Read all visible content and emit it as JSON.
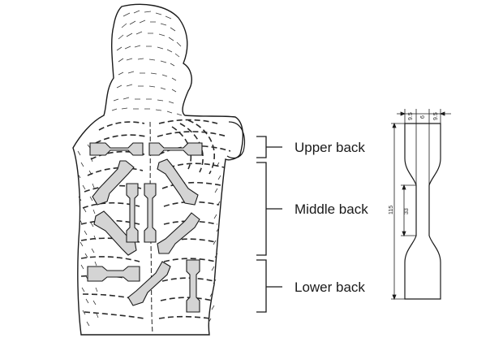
{
  "diagram": {
    "region_labels": {
      "upper": "Upper back",
      "middle": "Middle back",
      "lower": "Lower back"
    },
    "specimen_dimensions": {
      "top_segment_1": "9.5",
      "top_segment_2": "6",
      "top_segment_3": "9.5",
      "total_length": "115",
      "gauge_length": "33"
    },
    "colors": {
      "line": "#1a1a1a",
      "specimen_fill": "#d4d4d4",
      "hatch": "#3a3a3a"
    }
  }
}
